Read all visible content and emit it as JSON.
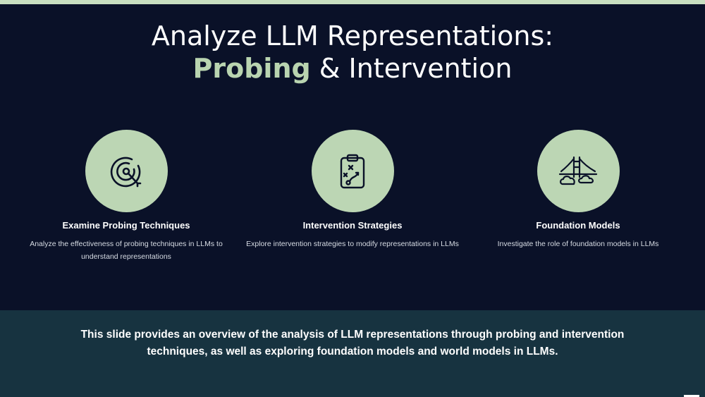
{
  "title": {
    "line1": "Analyze LLM Representations:",
    "accent": "Probing",
    "line2_rest": " & Intervention"
  },
  "features": [
    {
      "icon": "target-icon",
      "title": "Examine Probing Techniques",
      "description": "Analyze the effectiveness of probing techniques in LLMs to understand representations"
    },
    {
      "icon": "strategy-clipboard-icon",
      "title": "Intervention Strategies",
      "description": "Explore intervention strategies to modify representations in LLMs"
    },
    {
      "icon": "bridge-clouds-icon",
      "title": "Foundation Models",
      "description": "Investigate the role of foundation models in LLMs"
    }
  ],
  "footer": {
    "text": "This slide provides an overview of the analysis of LLM representations through probing and intervention techniques, as well as exploring foundation models and world models in LLMs."
  },
  "colors": {
    "background": "#0a1128",
    "accent": "#b9d4b0",
    "icon_circle": "#bcd6b4",
    "footer_band": "#173340"
  }
}
